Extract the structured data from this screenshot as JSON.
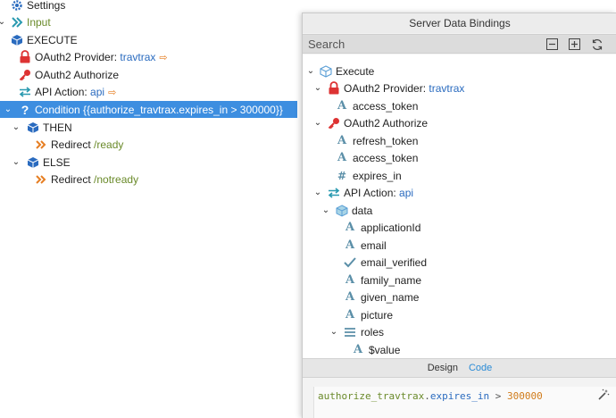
{
  "left_tree": {
    "settings": "Settings",
    "input": "Input",
    "execute": "EXECUTE",
    "oauth_provider": {
      "label": "OAuth2 Provider:",
      "value": "travtrax"
    },
    "oauth_authorize": "OAuth2 Authorize",
    "api_action": {
      "label": "API Action:",
      "value": "api"
    },
    "condition": "Condition {{authorize_travtrax.expires_in > 300000}}",
    "then": "THEN",
    "redirect_ready": {
      "label": "Redirect",
      "path": "/ready"
    },
    "else": "ELSE",
    "redirect_notready": {
      "label": "Redirect",
      "path": "/notready"
    }
  },
  "panel": {
    "title": "Server Data Bindings",
    "search_placeholder": "Search",
    "tree": {
      "execute": "Execute",
      "oauth_provider": {
        "label": "OAuth2 Provider:",
        "value": "travtrax"
      },
      "provider_access_token": "access_token",
      "oauth_authorize": "OAuth2 Authorize",
      "refresh_token": "refresh_token",
      "access_token": "access_token",
      "expires_in": "expires_in",
      "api_action": {
        "label": "API Action:",
        "value": "api"
      },
      "data": "data",
      "fields": [
        "applicationId",
        "email",
        "email_verified",
        "family_name",
        "given_name",
        "picture"
      ],
      "roles": "roles",
      "value": "$value"
    },
    "tabs": {
      "design": "Design",
      "code": "Code"
    },
    "code": {
      "var": "authorize_travtrax",
      "dot": ".",
      "prop": "expires_in",
      "op": " > ",
      "num": "300000"
    }
  },
  "colors": {
    "selection": "#3d8ee0",
    "accent_link": "#2a6bbf",
    "orange": "#e67e22",
    "lock_red": "#d33",
    "cube_blue": "#2a6bbf"
  }
}
